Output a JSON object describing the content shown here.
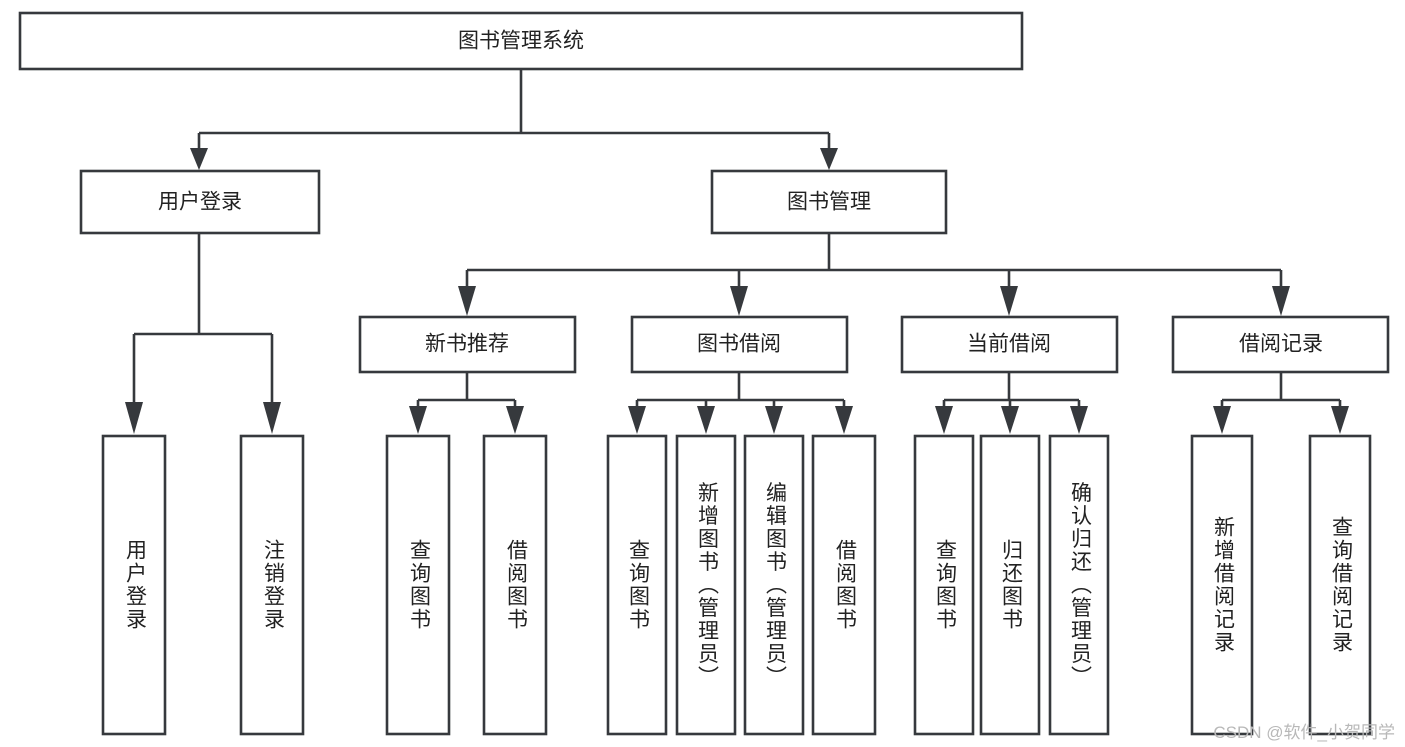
{
  "diagram": {
    "type": "tree",
    "title": "图书管理系统",
    "watermark": "CSDN @软件_小贺同学",
    "colors": {
      "stroke": "#36393d",
      "fill": "#ffffff",
      "text": "#222222",
      "background": "#ffffff",
      "watermark": "#b8b8b8"
    },
    "nodes": {
      "root": {
        "label": "图书管理系统"
      },
      "level2": [
        {
          "label": "用户登录"
        },
        {
          "label": "图书管理"
        }
      ],
      "level3": [
        {
          "label": "新书推荐"
        },
        {
          "label": "图书借阅"
        },
        {
          "label": "当前借阅"
        },
        {
          "label": "借阅记录"
        }
      ],
      "leaves": {
        "user_login": [
          {
            "label": "用户登录"
          },
          {
            "label": "注销登录"
          }
        ],
        "new_book": [
          {
            "label": "查询图书"
          },
          {
            "label": "借阅图书"
          }
        ],
        "book_borrow": [
          {
            "label": "查询图书"
          },
          {
            "label": "新增图书（管理员）"
          },
          {
            "label": "编辑图书（管理员）"
          },
          {
            "label": "借阅图书"
          }
        ],
        "current_borrow": [
          {
            "label": "查询图书"
          },
          {
            "label": "归还图书"
          },
          {
            "label": "确认归还（管理员）"
          }
        ],
        "borrow_record": [
          {
            "label": "新增借阅记录"
          },
          {
            "label": "查询借阅记录"
          }
        ]
      }
    }
  }
}
